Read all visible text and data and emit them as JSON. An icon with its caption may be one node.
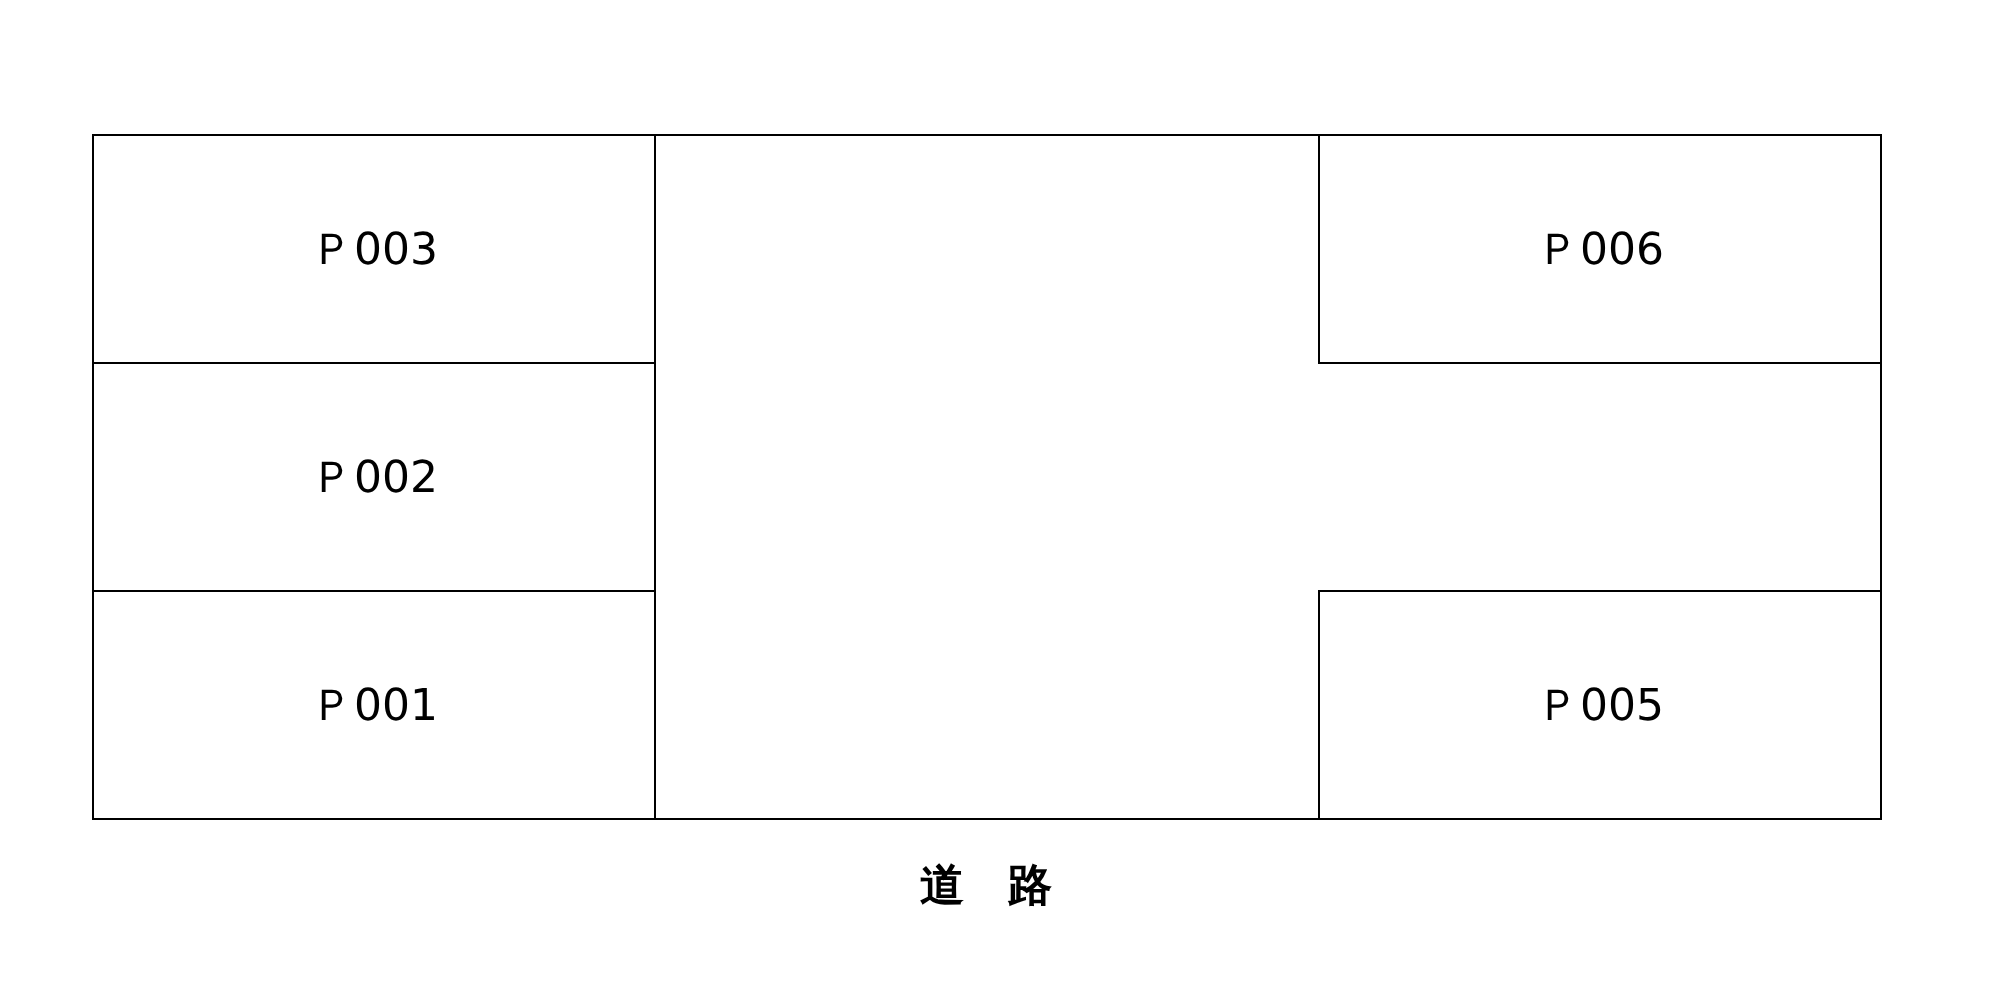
{
  "diagram": {
    "nodes": [
      {
        "text": [
          "Ｐ003"
        ]
      },
      {
        "text": [
          "Ｐ002"
        ]
      },
      {
        "text": [
          "Ｐ001"
        ]
      },
      {
        "text": [
          "Ｐ006"
        ]
      },
      {
        "text": [
          "Ｐ005"
        ]
      }
    ],
    "labels": [
      "道　路"
    ]
  }
}
